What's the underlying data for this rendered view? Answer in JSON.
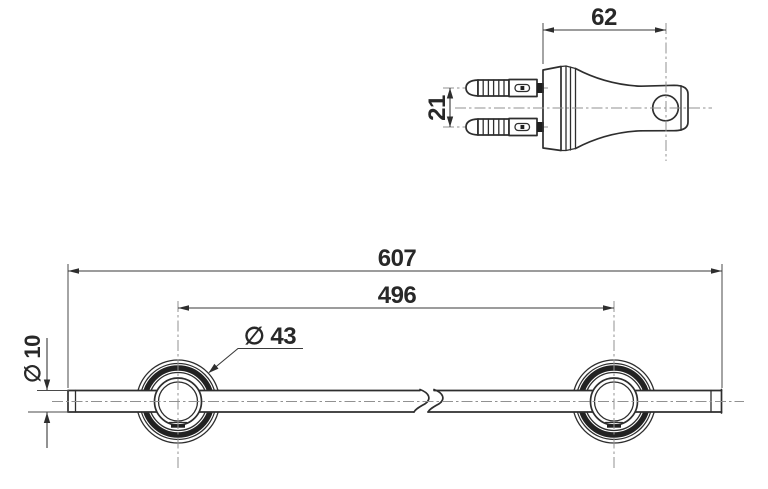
{
  "drawing": {
    "type": "technical-dimension-drawing",
    "subject": "towel bar with wall bracket",
    "colors": {
      "background": "#ffffff",
      "outline": "#2e2e2e",
      "centerline": "#919191",
      "text": "#282828"
    },
    "side_view": {
      "name": "wall-bracket-side-view",
      "dimensions": {
        "bracket_depth": "62",
        "screw_spacing": "21"
      }
    },
    "front_view": {
      "name": "towel-bar-front-view",
      "dimensions": {
        "overall_length": "607",
        "post_center_distance": "496",
        "flange_diameter": "∅ 43",
        "bar_diameter": "∅ 10"
      }
    }
  }
}
